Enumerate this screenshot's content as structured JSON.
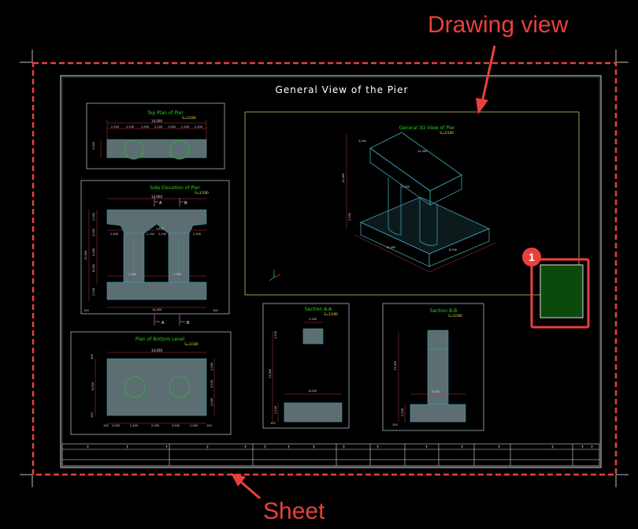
{
  "annotations": {
    "drawing_view_label": "Drawing view",
    "sheet_label": "Sheet",
    "badge_number": "1"
  },
  "sheet": {
    "title": "General View of the Pier"
  },
  "views": {
    "top_plan": {
      "title": "Top Plan of Pier",
      "scale": "S=1/100",
      "dims": [
        "14,000",
        "2,450",
        "2,100",
        "1,900",
        "2,100",
        "1,900",
        "2,100",
        "2,450",
        "3,500"
      ]
    },
    "side_elevation": {
      "title": "Side Elevation of Pier",
      "scale": "S=1/100",
      "dims": [
        "14,000",
        "2,400",
        "2,100",
        "1,800",
        "2,100",
        "2,400",
        "2,000",
        "3,000",
        "3,000",
        "13,000",
        "8,000",
        "2,500",
        "2,400",
        "2,400",
        "14,000",
        "100",
        "100"
      ],
      "markers": [
        "A",
        "B",
        "A",
        "B"
      ]
    },
    "plan_bottom": {
      "title": "Plan of Bottom Level",
      "scale": "S=1/100",
      "dims": [
        "14,000",
        "8,000",
        "2,000",
        "2,000",
        "3,500",
        "2,000",
        "2,400",
        "2,000",
        "3,500",
        "2,000",
        "100",
        "100",
        "100",
        "100"
      ]
    },
    "view_3d": {
      "title": "General 3D View of Pier",
      "scale": "S=1/100",
      "dims": [
        "14,000",
        "3,000",
        "13,000",
        "2,500",
        "8,000",
        "14,000",
        "2,400"
      ]
    },
    "section_a": {
      "title": "Section A-A",
      "scale": "S=1/100",
      "dims": [
        "3,500",
        "13,000",
        "8,000",
        "2,500",
        "1,500",
        "100"
      ]
    },
    "section_b": {
      "title": "Section B-B",
      "scale": "S=1/100",
      "dims": [
        "13,000",
        "3,500",
        "2,500",
        "100"
      ]
    }
  },
  "title_block": {
    "placeholder": "?"
  },
  "colors": {
    "annotation": "#e8413d",
    "view_title": "#22d822",
    "scale": "#e8e83a",
    "frame": "#9fbcbc",
    "fill": "#5c6e71"
  }
}
